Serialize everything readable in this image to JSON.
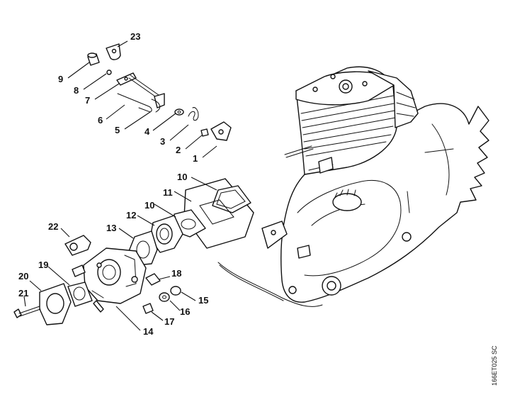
{
  "diagram": {
    "drawing_code": "166ET025 SC",
    "callouts": [
      {
        "id": "c23",
        "label": "23"
      },
      {
        "id": "c9",
        "label": "9"
      },
      {
        "id": "c8",
        "label": "8"
      },
      {
        "id": "c7",
        "label": "7"
      },
      {
        "id": "c6",
        "label": "6"
      },
      {
        "id": "c5",
        "label": "5"
      },
      {
        "id": "c4",
        "label": "4"
      },
      {
        "id": "c3",
        "label": "3"
      },
      {
        "id": "c2",
        "label": "2"
      },
      {
        "id": "c1",
        "label": "1"
      },
      {
        "id": "c10a",
        "label": "10"
      },
      {
        "id": "c11",
        "label": "11"
      },
      {
        "id": "c10b",
        "label": "10"
      },
      {
        "id": "c12",
        "label": "12"
      },
      {
        "id": "c13",
        "label": "13"
      },
      {
        "id": "c22",
        "label": "22"
      },
      {
        "id": "c19",
        "label": "19"
      },
      {
        "id": "c20",
        "label": "20"
      },
      {
        "id": "c21",
        "label": "21"
      },
      {
        "id": "c18",
        "label": "18"
      },
      {
        "id": "c15",
        "label": "15"
      },
      {
        "id": "c16",
        "label": "16"
      },
      {
        "id": "c17",
        "label": "17"
      },
      {
        "id": "c14",
        "label": "14"
      }
    ]
  }
}
